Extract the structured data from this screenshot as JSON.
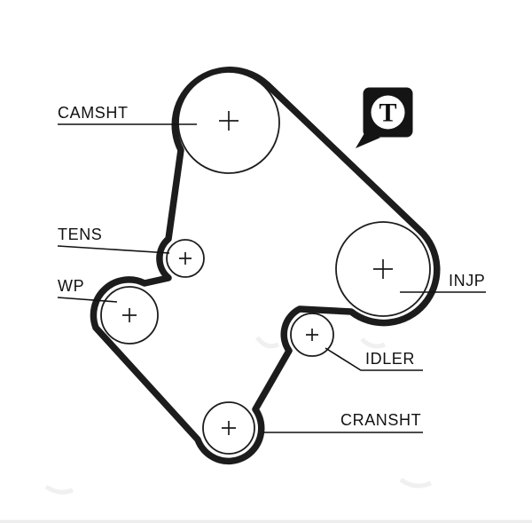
{
  "labels": {
    "camshaft": "CAMSHT",
    "tensioner": "TENS",
    "water_pump": "WP",
    "injection_pump": "INJP",
    "idler": "IDLER",
    "crankshaft": "CRANSHT"
  },
  "tool_icon": {
    "letter": "T"
  },
  "colors": {
    "background": "#ffffff",
    "belt": "#1c1c1c",
    "outline": "#1c1c1c",
    "text": "#111111"
  }
}
